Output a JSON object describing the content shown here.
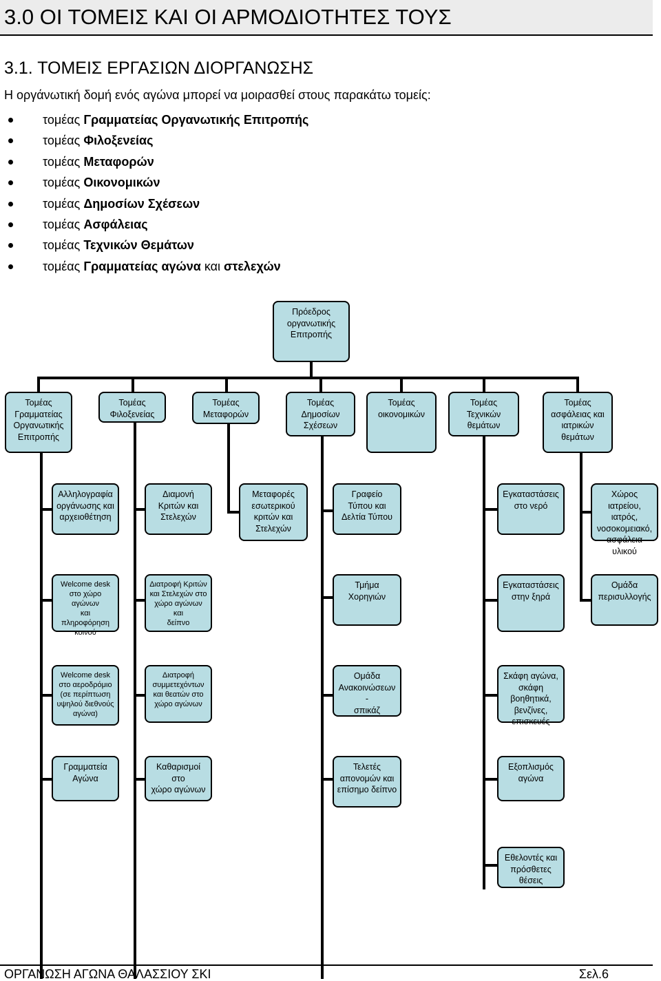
{
  "header": {
    "title": "3.0  ΟΙ ΤΟΜΕΙΣ ΚΑΙ ΟΙ ΑΡΜΟΔΙΟΤΗΤΕΣ ΤΟΥΣ"
  },
  "section": {
    "title": "3.1. ΤΟΜΕΙΣ ΕΡΓΑΣΙΩΝ ΔΙΟΡΓΑΝΩΣΗΣ"
  },
  "intro": "Η οργάνωτική δομή ενός αγώνα μπορεί να μοιρασθεί στους παρακάτω τομείς:",
  "bullets": [
    {
      "prefix": "τομέας ",
      "name": "Γραμματείας Οργανωτικής Επιτροπής",
      "suffix": "",
      "tail": ""
    },
    {
      "prefix": "τομέας ",
      "name": "Φιλοξενείας",
      "suffix": "",
      "tail": ""
    },
    {
      "prefix": "τομέας ",
      "name": "Μεταφορών",
      "suffix": "",
      "tail": ""
    },
    {
      "prefix": "τομέας ",
      "name": "Οικονομικών",
      "suffix": "",
      "tail": ""
    },
    {
      "prefix": "τομέας ",
      "name": "Δημοσίων Σχέσεων",
      "suffix": "",
      "tail": ""
    },
    {
      "prefix": "τομέας ",
      "name": "Ασφάλειας",
      "suffix": "",
      "tail": ""
    },
    {
      "prefix": "τομέας ",
      "name": "Τεχνικών Θεμάτων",
      "suffix": "",
      "tail": ""
    },
    {
      "prefix": "τομέας ",
      "name": "Γραμματείας αγώνα",
      "suffix": " και ",
      "tail": "στελεχών"
    }
  ],
  "org_chart": {
    "root": "Πρόεδρος\nοργανωτικής\nΕπιτροπής",
    "sectors": [
      "Τομέας\nΓραμματείας\nΟργανωτικής\nΕπιτροπής",
      "Τομέας\nΦιλοξενείας",
      "Τομέας\nΜεταφορών",
      "Τομέας\nΔημοσίων\nΣχέσεων",
      "Τομέας\nοικονομικών",
      "Τομέας\nΤεχνικών\nθεμάτων",
      "Τομέας\nασφάλειας και\nιατρικών\nθεμάτων"
    ],
    "tasks": {
      "grammateia": [
        "Αλληλογραφία\nοργάνωσης και\nαρχειοθέτηση",
        "Welcome desk\nστο χώρο αγώνων\nκαι πληροφόρηση\nκοινού",
        "Welcome desk\nστο αεροδρόμιο\n(σε περίπτωση\nυψηλού διεθνούς\nαγώνα)",
        "Γραμματεία\nΑγώνα"
      ],
      "filoxenia": [
        "Διαμονή\nΚριτών και\nΣτελεχών",
        "Διατροφή Κριτών\nκαι Στελεχών στο\nχώρο αγώνων και\nδείπνο",
        "Διατροφή\nσυμμετεχόντων\nκαι θεατών στο\nχώρο αγώνων",
        "Καθαρισμοί στο\nχώρο αγώνων"
      ],
      "metafores": [
        "Μεταφορές\nεσωτερικού\nκριτών και\nΣτελεχών"
      ],
      "dimosies": [
        "Γραφείο\nΤύπου και\nΔελτία Τύπου",
        "Τμήμα Χορηγιών",
        "Ομάδα\nΑνακοινώσεων -\nσπικάζ",
        "Τελετές\nαπονομών και\nεπίσημο δείπνο"
      ],
      "texnika": [
        "Εγκαταστάσεις\nστο νερό",
        "Εγκαταστάσεις\nστην ξηρά",
        "Σκάφη αγώνα,\nσκάφη βοηθητικά,\nβενζίνες,\nεπισκευές",
        "Εξοπλισμός\nαγώνα",
        "Εθελοντές και\nπρόσθετες θέσεις"
      ],
      "asfaleia": [
        "Χώρος ιατρείου,\nιατρός,\nνοσοκομειακό,\nασφάλεια υλικού",
        "Ομάδα\nπερισυλλογής"
      ]
    }
  },
  "footer": {
    "left": "ΟΡΓΑΝΩΣΗ ΑΓΩΝΑ ΘΑΛΑΣΣΙΟΥ ΣΚΙ",
    "right": "Σελ.6"
  }
}
